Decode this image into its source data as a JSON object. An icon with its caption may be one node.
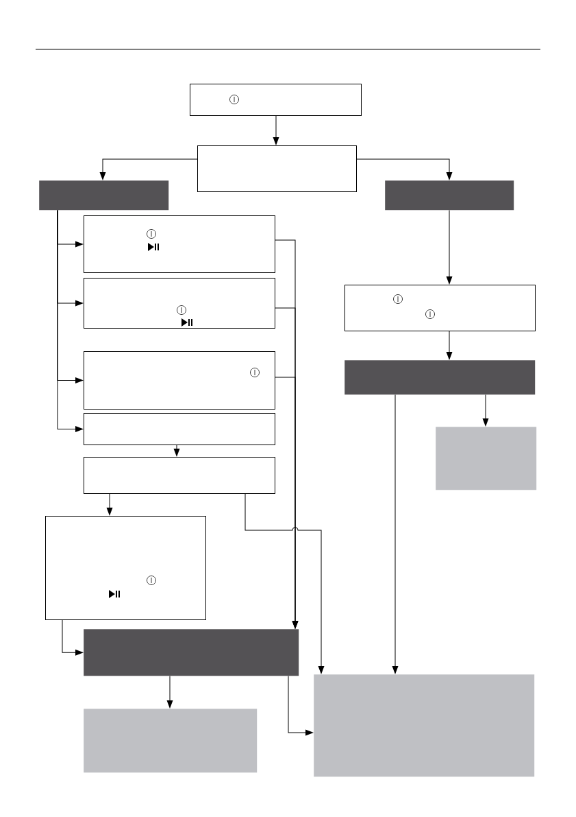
{
  "diagram": {
    "nodes": [
      {
        "text": [],
        "shape": "box"
      },
      {
        "text": [],
        "shape": "box"
      },
      {
        "text": [],
        "shape": "box"
      },
      {
        "text": [],
        "shape": "box"
      },
      {
        "text": [],
        "shape": "box"
      },
      {
        "text": [],
        "shape": "box"
      },
      {
        "text": [],
        "shape": "box"
      },
      {
        "text": [],
        "shape": "box"
      },
      {
        "text": [],
        "shape": "box"
      },
      {
        "text": [],
        "shape": "box"
      },
      {
        "text": [],
        "shape": "box"
      },
      {
        "text": [],
        "shape": "box"
      },
      {
        "text": [],
        "shape": "box"
      },
      {
        "text": [],
        "shape": "box"
      },
      {
        "text": [],
        "shape": "box"
      },
      {
        "text": [],
        "shape": "box"
      }
    ],
    "edges": [
      {
        "from": 0,
        "to": 1,
        "arrow": "to"
      },
      {
        "from": 1,
        "to": 2,
        "arrow": "to"
      },
      {
        "from": 1,
        "to": 3,
        "arrow": "to"
      },
      {
        "from": 2,
        "to": 4,
        "arrow": "to"
      },
      {
        "from": 2,
        "to": 5,
        "arrow": "to"
      },
      {
        "from": 2,
        "to": 6,
        "arrow": "to"
      },
      {
        "from": 2,
        "to": 7,
        "arrow": "to"
      },
      {
        "from": 7,
        "to": 8,
        "arrow": "to"
      },
      {
        "from": 8,
        "to": 9,
        "arrow": "to"
      },
      {
        "from": 4,
        "to": 10,
        "arrow": "to"
      },
      {
        "from": 5,
        "to": 10,
        "arrow": "to"
      },
      {
        "from": 6,
        "to": 10,
        "arrow": "to"
      },
      {
        "from": 8,
        "to": 15,
        "arrow": "to"
      },
      {
        "from": 9,
        "to": 10,
        "arrow": "to"
      },
      {
        "from": 10,
        "to": 11,
        "arrow": "to"
      },
      {
        "from": 10,
        "to": 15,
        "arrow": "to"
      },
      {
        "from": 3,
        "to": 12,
        "arrow": "to"
      },
      {
        "from": 12,
        "to": 13,
        "arrow": "to"
      },
      {
        "from": 13,
        "to": 14,
        "arrow": "to"
      },
      {
        "from": 13,
        "to": 15,
        "arrow": "to"
      }
    ]
  }
}
